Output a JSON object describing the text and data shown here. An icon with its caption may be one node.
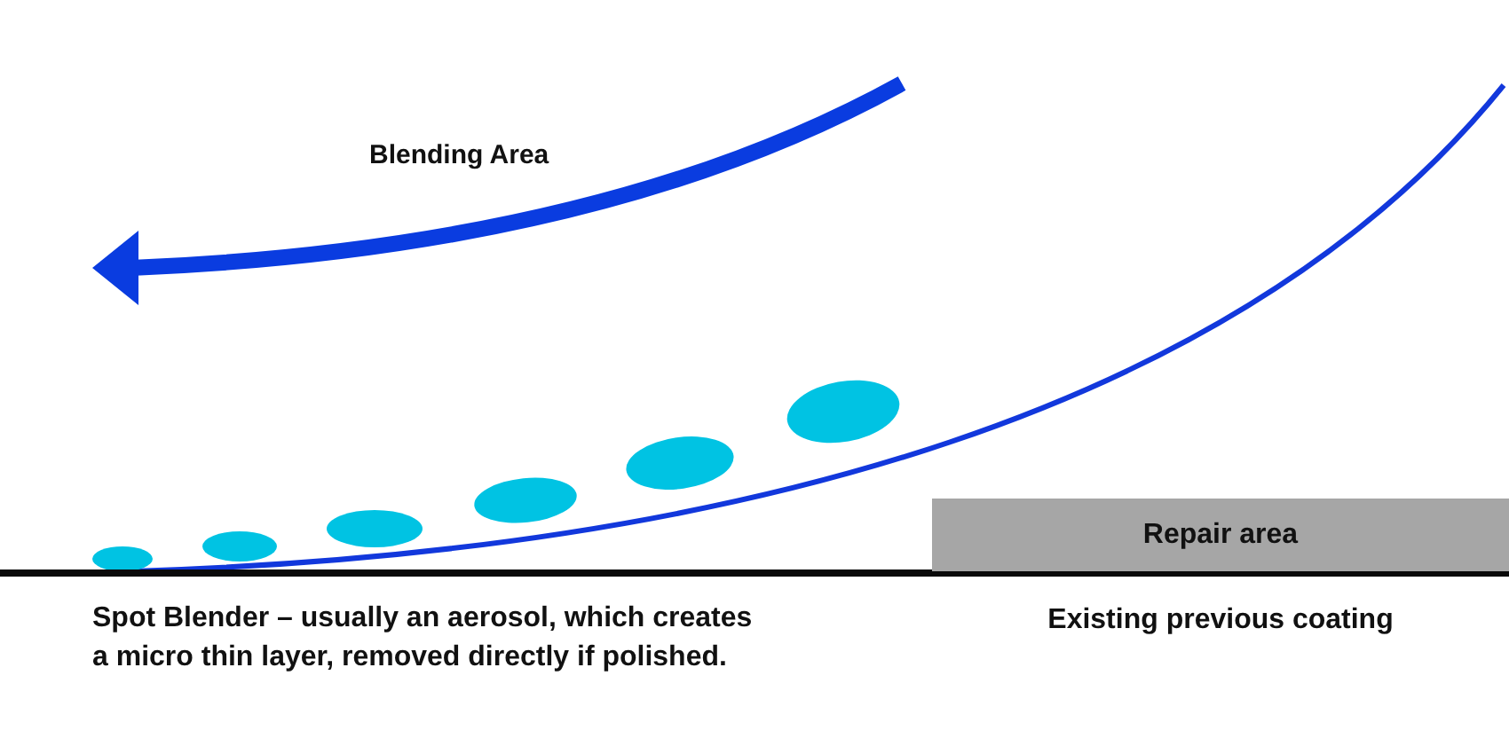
{
  "diagram": {
    "nodes": [
      {
        "text": [
          "Repair area"
        ]
      }
    ],
    "labels": [
      "Blending Area",
      "Spot Blender – usually an aerosol, which creates a micro thin layer, removed directly if polished.",
      "Existing previous coating"
    ]
  }
}
